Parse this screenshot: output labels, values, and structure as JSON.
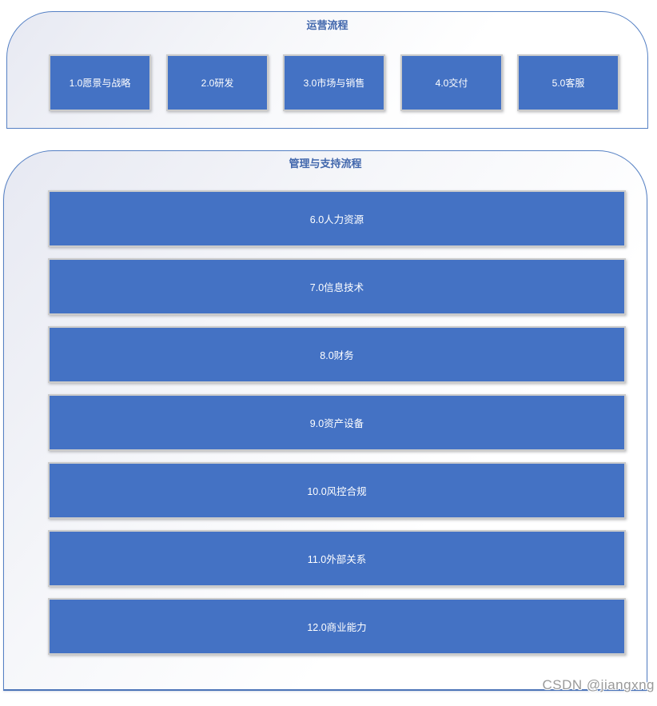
{
  "operating": {
    "title": "运营流程",
    "boxes": [
      {
        "label": "1.0愿景与战略"
      },
      {
        "label": "2.0研发"
      },
      {
        "label": "3.0市场与销售"
      },
      {
        "label": "4.0交付"
      },
      {
        "label": "5.0客服"
      }
    ]
  },
  "support": {
    "title": "管理与支持流程",
    "bars": [
      {
        "label": "6.0人力资源"
      },
      {
        "label": "7.0信息技术"
      },
      {
        "label": "8.0财务"
      },
      {
        "label": "9.0资产设备"
      },
      {
        "label": "10.0风控合规"
      },
      {
        "label": "11.0外部关系"
      },
      {
        "label": "12.0商业能力"
      }
    ]
  },
  "watermark": "CSDN @jiangxng",
  "colors": {
    "box_fill": "#4472C4",
    "box_border": "#CBCBCB",
    "box_text": "#FFFFFF",
    "container_border": "#5580C4",
    "title_text": "#4066AC",
    "watermark_text": "#9A9A9A",
    "bg_grad_start": "#E7E9F2"
  }
}
